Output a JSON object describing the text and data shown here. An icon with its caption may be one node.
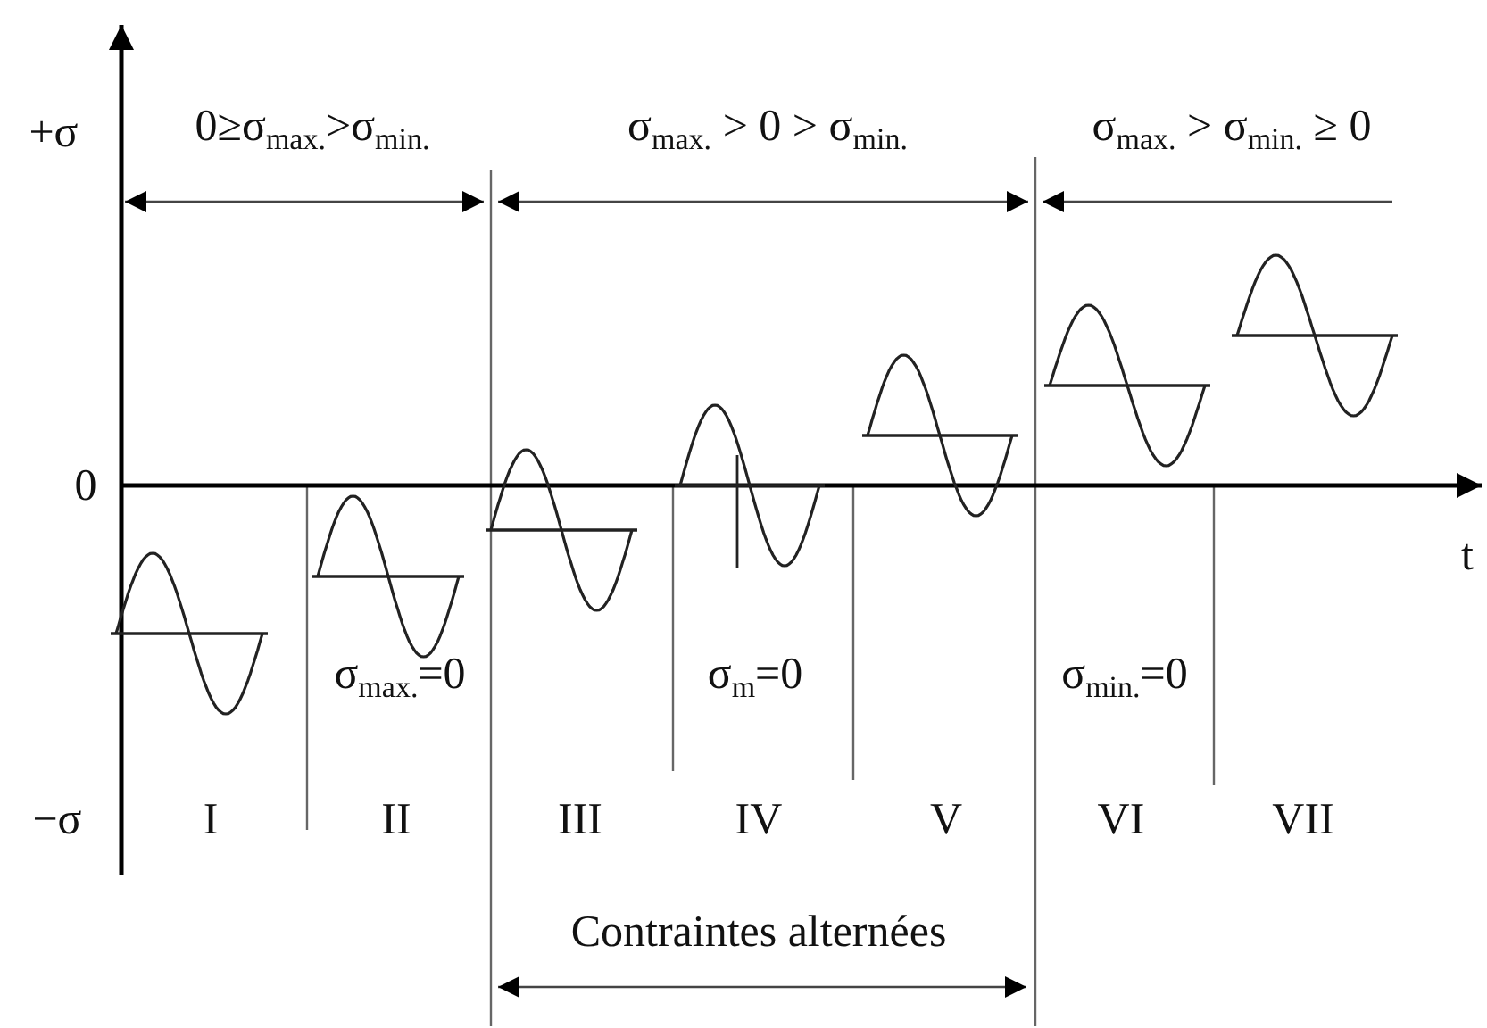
{
  "diagram": {
    "labels": [
      "+σ",
      "0≥σ$_{max.}$>σ$_{min.}$",
      "σ$_{max.}$ > 0 > σ$_{min.}$",
      "σ$_{max.}$ > σ$_{min.}$ ≥ 0",
      "0",
      "t",
      "σ$_{max.}$=0",
      "σ$_{m}$=0",
      "σ$_{min.}$=0",
      "−σ",
      "I",
      "II",
      "III",
      "IV",
      "V",
      "VI",
      "VII",
      "Contraintes alternées"
    ]
  }
}
